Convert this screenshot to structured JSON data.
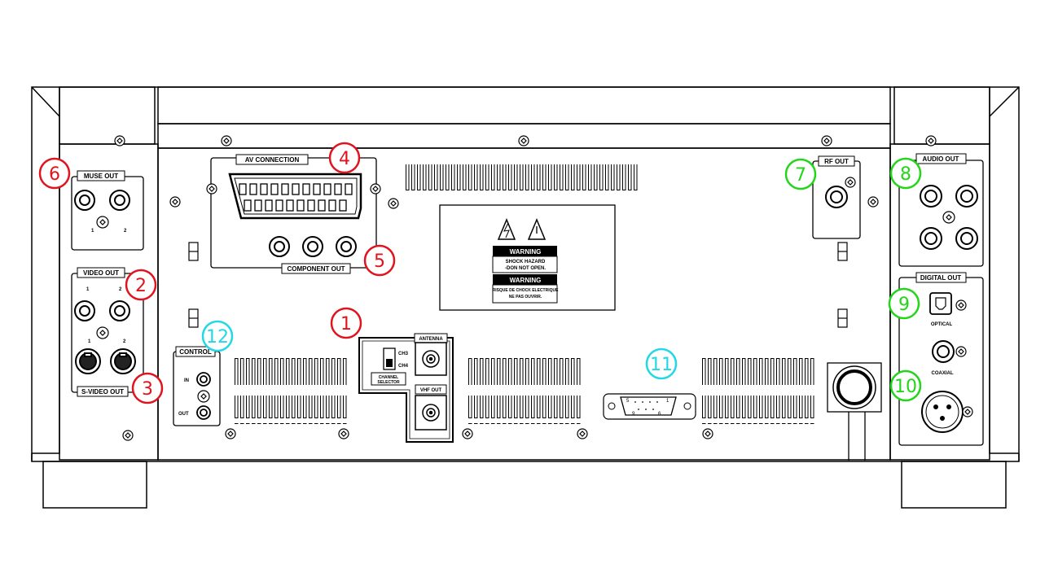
{
  "panel_labels": {
    "muse_out": "MUSE OUT",
    "video_out": "VIDEO OUT",
    "s_video_out": "S-VIDEO OUT",
    "av_connection": "AV CONNECTION",
    "component_out": "COMPONENT OUT",
    "control": "CONTROL",
    "control_in": "IN",
    "control_out": "OUT",
    "antenna": "ANTENNA",
    "vhf_out": "VHF OUT",
    "ch3": "CH3",
    "ch4": "CH4",
    "channel": "CHANNEL",
    "selector": "SELECTOR",
    "rf_out": "RF OUT",
    "audio_out": "AUDIO OUT",
    "digital_out": "DIGITAL OUT",
    "optical": "OPTICAL",
    "coaxial": "COAXIAL"
  },
  "jack_numbers": {
    "one": "1",
    "two": "2"
  },
  "dsub_pins": {
    "p5": "5",
    "p1": "1",
    "p9": "9",
    "p6": "6"
  },
  "warning_label": {
    "title": "WARNING",
    "line1": "SHOCK HAZARD",
    "line2": "-DON NOT OPEN.",
    "line3": "RISQUE DE CHOCK ELECTRIQUE",
    "line4": "NE PAS OUVRIR."
  },
  "callouts": [
    {
      "number": "1",
      "color": "#e0141e"
    },
    {
      "number": "2",
      "color": "#e0141e"
    },
    {
      "number": "3",
      "color": "#e0141e"
    },
    {
      "number": "4",
      "color": "#e0141e"
    },
    {
      "number": "5",
      "color": "#e0141e"
    },
    {
      "number": "6",
      "color": "#e0141e"
    },
    {
      "number": "7",
      "color": "#22d61a"
    },
    {
      "number": "8",
      "color": "#22d61a"
    },
    {
      "number": "9",
      "color": "#22d61a"
    },
    {
      "number": "10",
      "color": "#22d61a"
    },
    {
      "number": "11",
      "color": "#22d8e6"
    },
    {
      "number": "12",
      "color": "#22d8e6"
    }
  ],
  "colors": {
    "line": "#000000",
    "panel": "#ffffff"
  }
}
